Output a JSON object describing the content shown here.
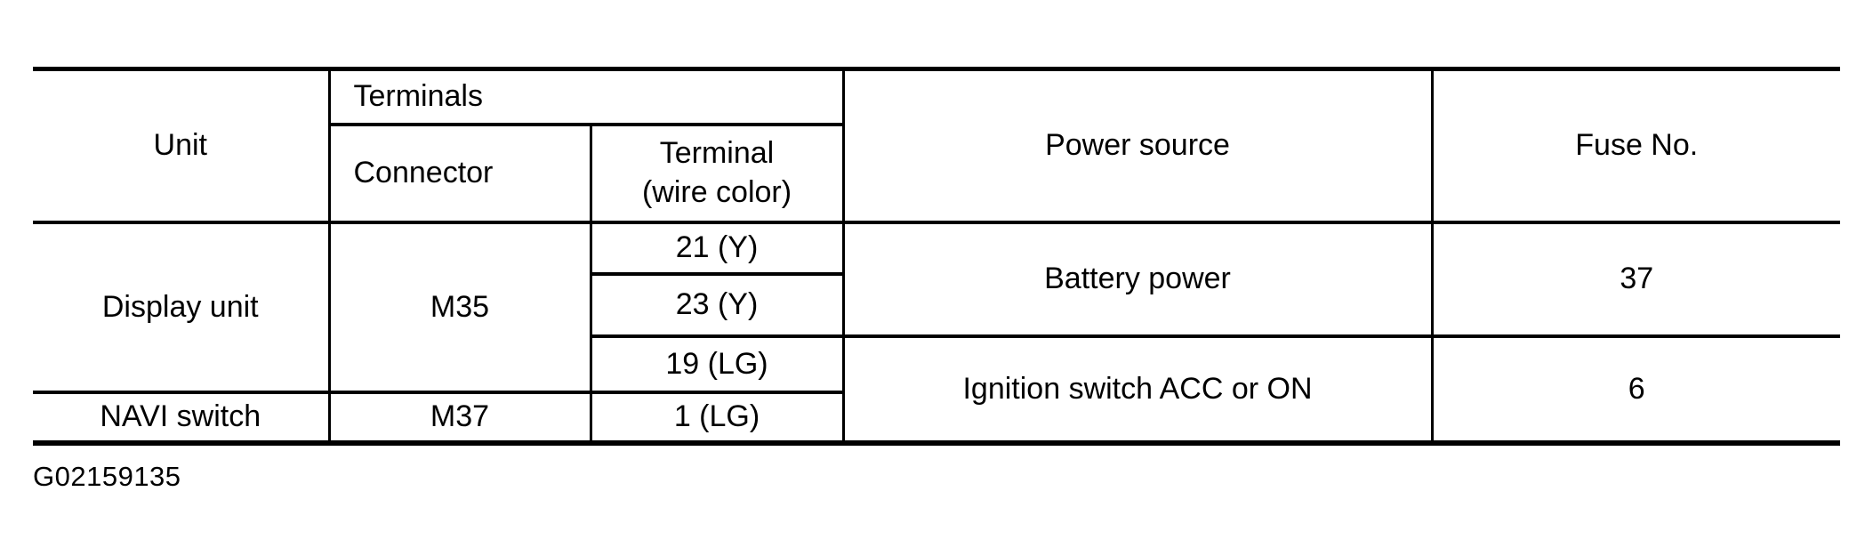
{
  "colors": {
    "background": "#ffffff",
    "text": "#000000",
    "border": "#000000"
  },
  "table": {
    "headers": {
      "unit": "Unit",
      "terminals": "Terminals",
      "connector": "Connector",
      "terminal_wire_color": "Terminal\n(wire color)",
      "power_source": "Power source",
      "fuse_no": "Fuse No."
    },
    "rows": [
      {
        "unit": "Display unit",
        "connector": "M35",
        "terminal": "21 (Y)",
        "power_source": "Battery power",
        "fuse_no": "37"
      },
      {
        "terminal": "23 (Y)"
      },
      {
        "terminal": "19 (LG)",
        "power_source": "Ignition switch ACC or ON",
        "fuse_no": "6"
      },
      {
        "unit": "NAVI switch",
        "connector": "M37",
        "terminal": "1 (LG)"
      }
    ]
  },
  "figure_id": "G02159135"
}
